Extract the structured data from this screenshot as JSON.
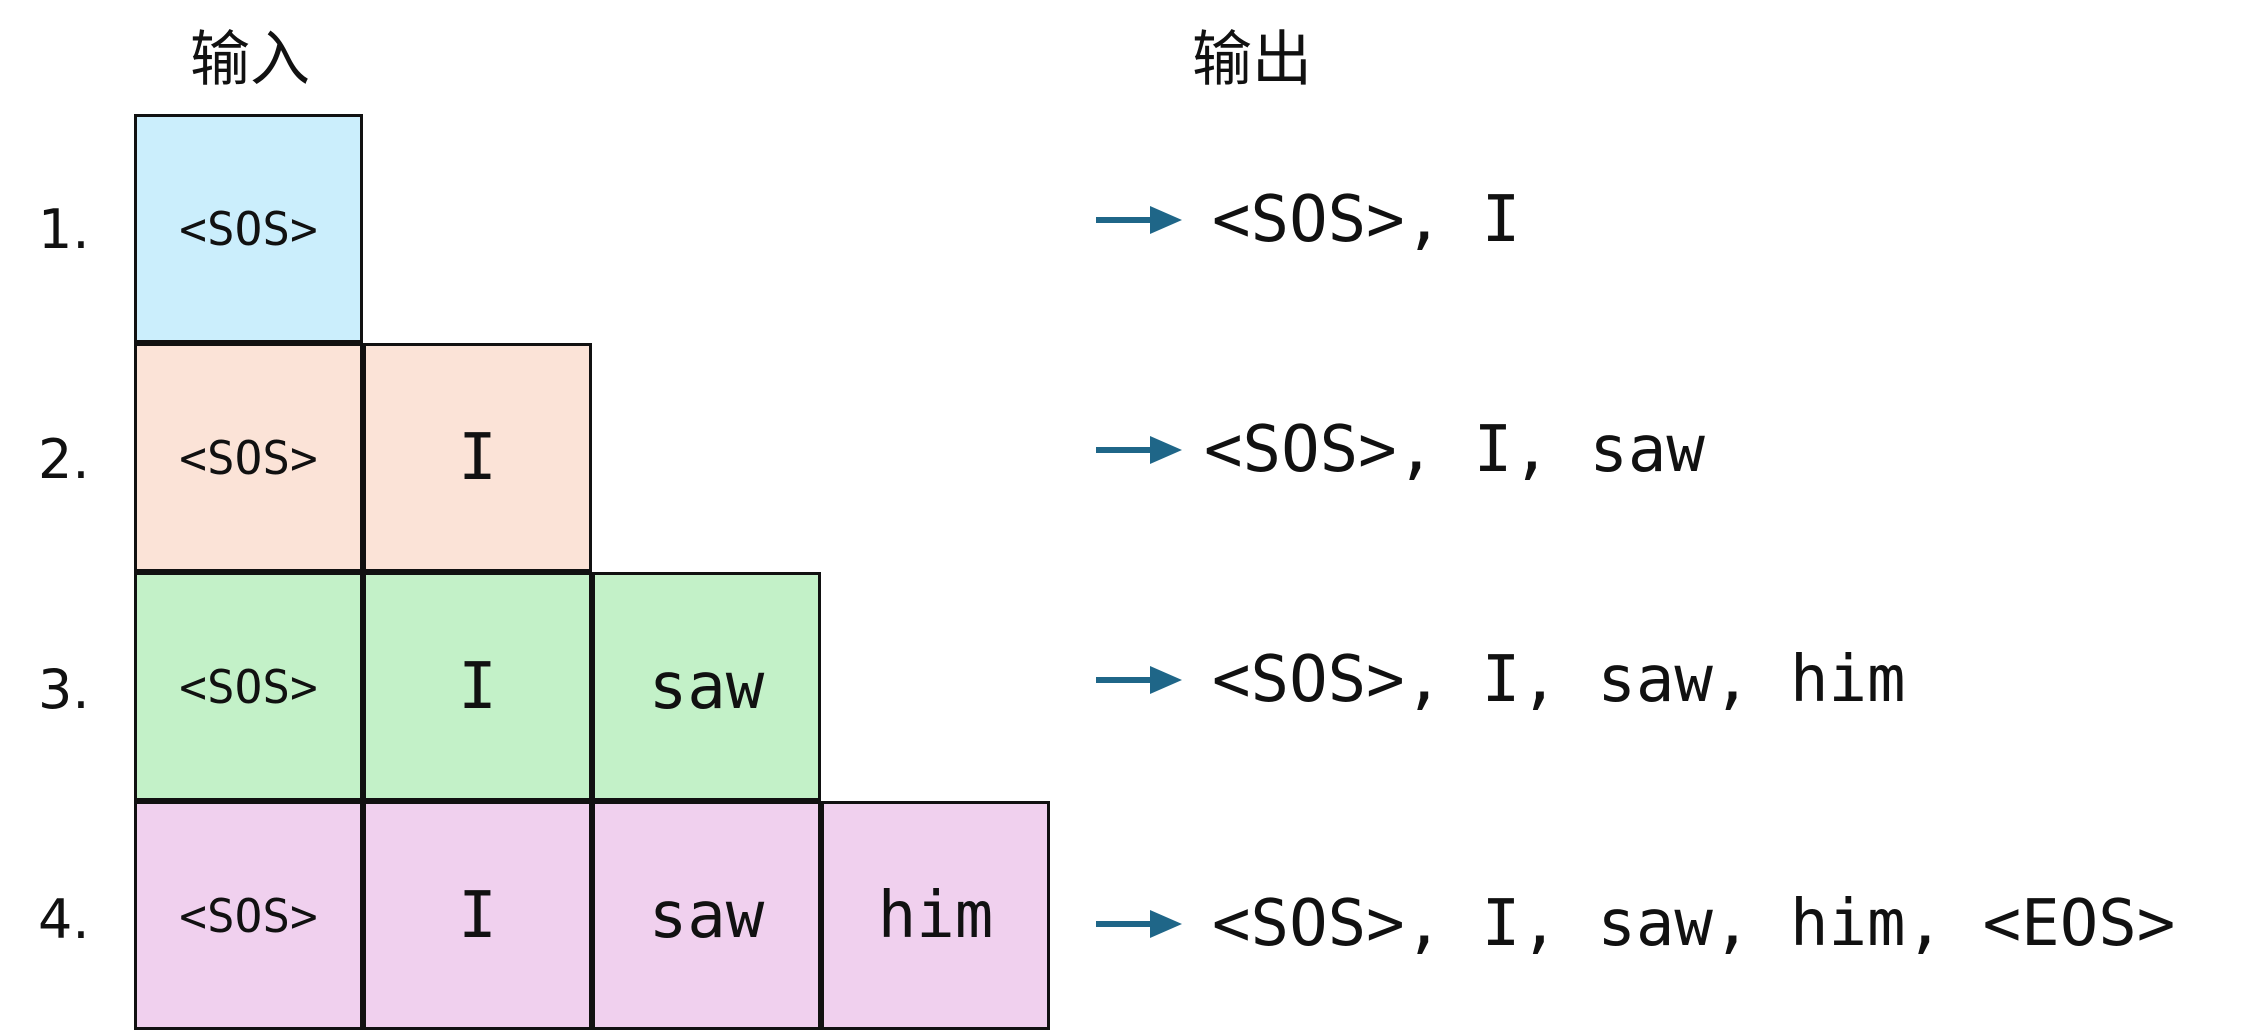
{
  "headers": {
    "input": "输入",
    "output": "输出"
  },
  "arrow_color": "#1f6688",
  "rows": [
    {
      "number": "1.",
      "color": "#cbeefc",
      "inputs": [
        "<SOS>"
      ],
      "output": "<SOS>, I"
    },
    {
      "number": "2.",
      "color": "#fbe3d7",
      "inputs": [
        "<SOS>",
        "I"
      ],
      "output": "<SOS>, I, saw"
    },
    {
      "number": "3.",
      "color": "#c3f1c8",
      "inputs": [
        "<SOS>",
        "I",
        "saw"
      ],
      "output": "<SOS>, I, saw, him"
    },
    {
      "number": "4.",
      "color": "#f0d0ee",
      "inputs": [
        "<SOS>",
        "I",
        "saw",
        "him"
      ],
      "output": "<SOS>, I, saw, him, <EOS>"
    }
  ]
}
